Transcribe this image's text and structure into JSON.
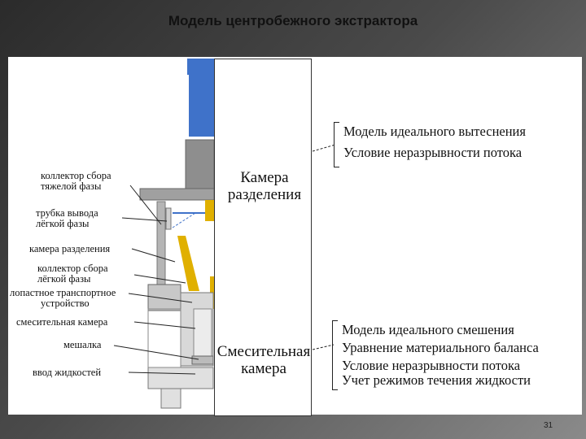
{
  "title": "Модель центробежного экстрактора",
  "page_number": "31",
  "labels": {
    "heavy_collector": [
      "коллектор сбора",
      "тяжелой фазы"
    ],
    "light_tube": [
      "трубка вывода",
      "лёгкой фазы"
    ],
    "sep_chamber": "камера разделения",
    "light_collector": [
      "коллектор сбора",
      "лёгкой фазы"
    ],
    "blade_device": [
      "лопастное транспортное",
      "устройство"
    ],
    "mixing_chamber": "смесительная камера",
    "stirrer": "мешалка",
    "inlet": "ввод жидкостей"
  },
  "zones": {
    "separation": [
      "Камера",
      "разделения"
    ],
    "mixing": [
      "Смесительная",
      "камера"
    ]
  },
  "models": {
    "separation": [
      "Модель идеального вытеснения",
      "Условие неразрывности потока"
    ],
    "mixing": [
      "Модель идеального смешения",
      "Уравнение материального баланса",
      "Условие неразрывности потока",
      "Учет режимов течения жидкости"
    ]
  },
  "colors": {
    "rotor_blue": "#3f72c9",
    "gold": "#e0b000",
    "housing_gray": "#9a9a9a"
  }
}
